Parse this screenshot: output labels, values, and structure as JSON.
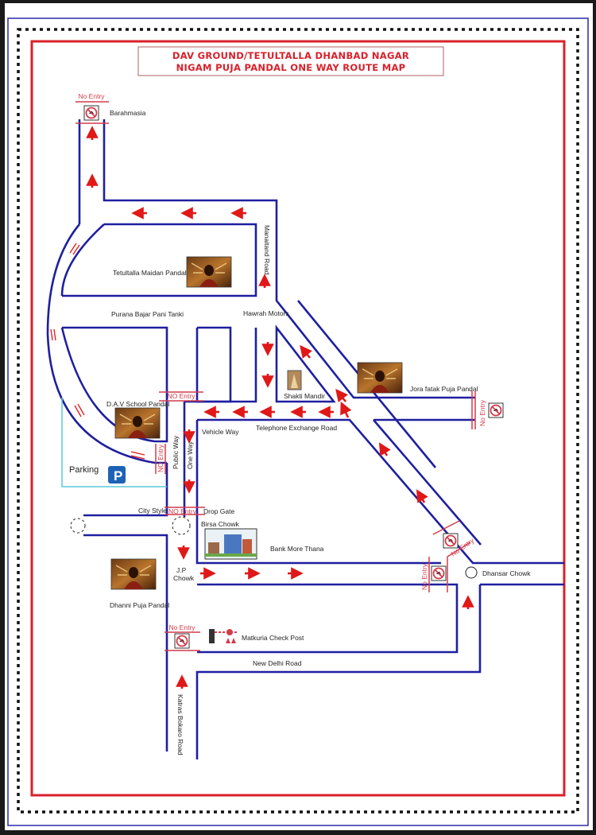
{
  "title": {
    "line1": "DAV GROUND/TETULTALLA DHANBAD NAGAR",
    "line2": "NIGAM PUJA PANDAL ONE WAY ROUTE MAP"
  },
  "colors": {
    "road": "#1f1fa0",
    "arrow": "#e01818",
    "no_entry": "#d23b4a",
    "frame_red": "#d8202a",
    "frame_blue": "#2a2aa8",
    "parking": "#5bc8d8"
  },
  "labels": {
    "barahmasia": "Barahmasia",
    "manaitand_road": "Manaitand Road",
    "tetultalla_pandal": "Tetultalla Maidan Pandal",
    "purana_bajar": "Purana Bajar Pani Tanki",
    "hawrah_motors": "Hawrah Motors",
    "shakti_mandir": "Shakti Mandir",
    "jora_fatak": "Jora fatak Puja Pandal",
    "dav_school": "D.A.V School Pandal",
    "vehicle_way": "Vehicle Way",
    "telephone_exchange": "Telephone Exchange Road",
    "public_way": "Public Way",
    "one_way": "One Way",
    "parking": "Parking",
    "city_style": "City Style",
    "drop_gate": "Drop Gate",
    "birsa_chowk": "Birsa Chowk",
    "bank_more_thana": "Bank More Thana",
    "jp_chowk_1": "J.P",
    "jp_chowk_2": "Chowk",
    "dhanni_pandal": "Dhanni Puja Pandal",
    "dhansar_chowk": "Dhansar Chowk",
    "matkuria": "Matkuria Check Post",
    "new_delhi_road": "New Delhi Road",
    "katras_bokaro": "Katras Bokaro Road"
  },
  "no_entry": {
    "barahmasia": "No Entry",
    "dav_top": "NO Entry",
    "dav_side": "NO Entry",
    "city_style": "NO Entry",
    "jora_fatak": "No Entry",
    "dhansar_diag": "No Entry",
    "dhansar_left": "No Entry",
    "matkuria": "No Entry"
  },
  "icons": {
    "parking": "P"
  }
}
